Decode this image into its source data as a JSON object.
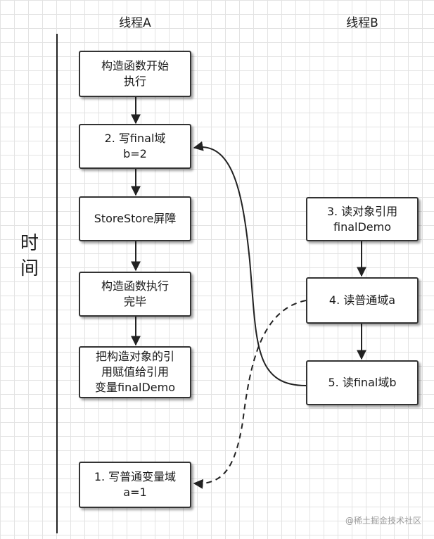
{
  "header": {
    "thread_a": "线程A",
    "thread_b": "线程B"
  },
  "time_label": [
    "时",
    "间"
  ],
  "thread_a_boxes": [
    {
      "lines": [
        "构造函数开始",
        "执行"
      ]
    },
    {
      "lines": [
        "2. 写final域",
        "b=2"
      ]
    },
    {
      "lines": [
        "StoreStore屏障"
      ]
    },
    {
      "lines": [
        "构造函数执行",
        "完毕"
      ]
    },
    {
      "lines": [
        "把构造对象的引",
        "用赋值给引用",
        "变量finalDemo"
      ]
    },
    {
      "lines": [
        "1. 写普通变量域",
        "a=1"
      ]
    }
  ],
  "thread_b_boxes": [
    {
      "lines": [
        "3. 读对象引用",
        "finalDemo"
      ]
    },
    {
      "lines": [
        "4. 读普通域a"
      ]
    },
    {
      "lines": [
        "5. 读final域b"
      ]
    }
  ],
  "watermark": "@稀土掘金技术社区"
}
